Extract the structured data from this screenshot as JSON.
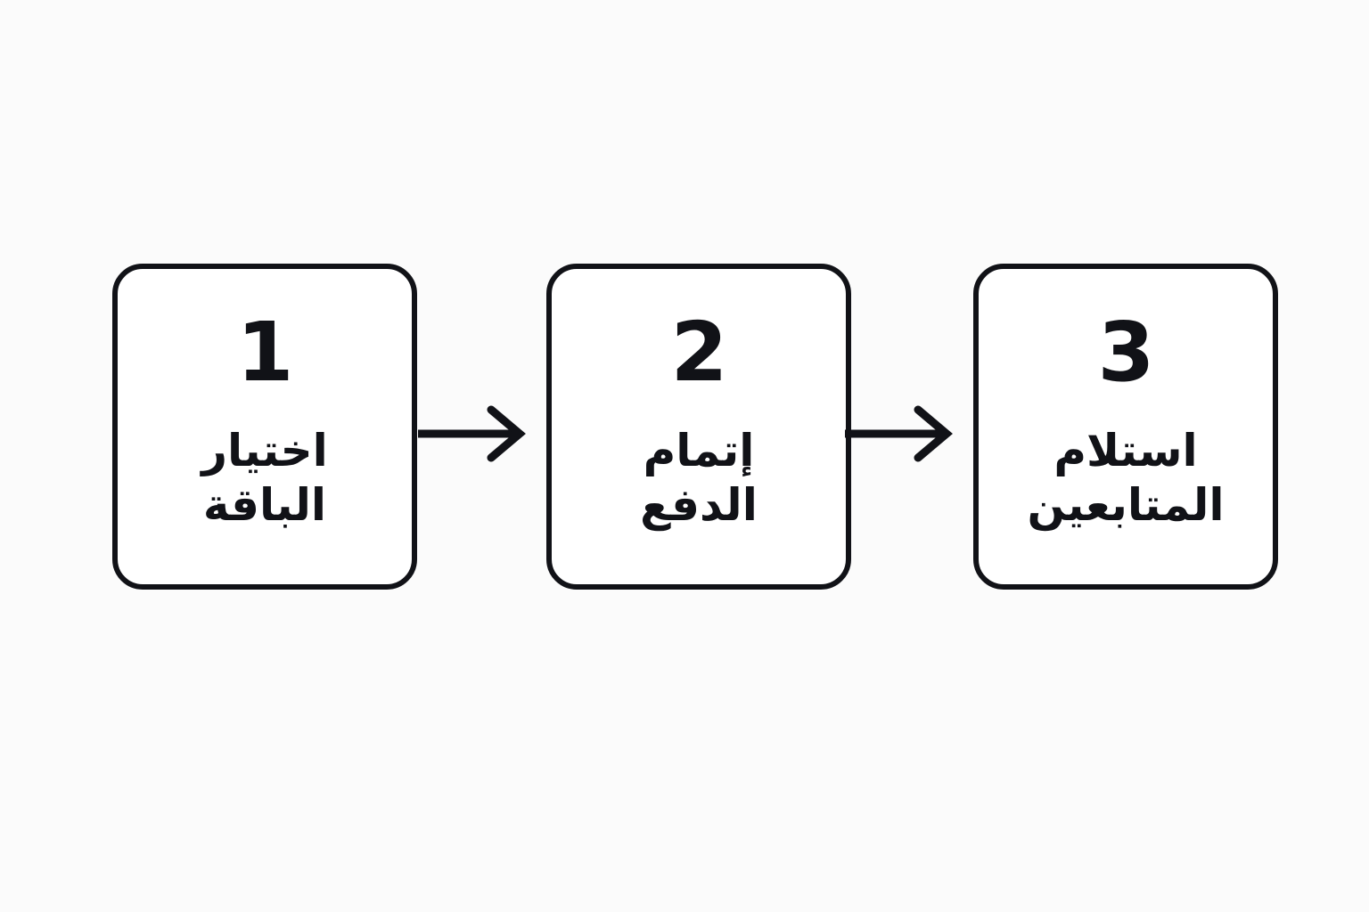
{
  "page": {
    "background_color": "#fbfbfb",
    "stroke_color": "#111217",
    "box_fill_color": "#ffffff",
    "language": "ar",
    "direction": "rtl"
  },
  "diagram": {
    "type": "process-flow",
    "orientation": "horizontal-rtl-text-ltr-flow",
    "steps": [
      {
        "number": "1",
        "label_line_1": "اختيار",
        "label_line_2": "الباقة"
      },
      {
        "number": "2",
        "label_line_1": "إتمام",
        "label_line_2": "الدفع"
      },
      {
        "number": "3",
        "label_line_1": "استلام",
        "label_line_2": "المتابعين"
      }
    ],
    "connectors": [
      {
        "name": "arrow-right-icon",
        "from_step": "1",
        "to_step": "2"
      },
      {
        "name": "arrow-right-icon",
        "from_step": "2",
        "to_step": "3"
      }
    ]
  }
}
